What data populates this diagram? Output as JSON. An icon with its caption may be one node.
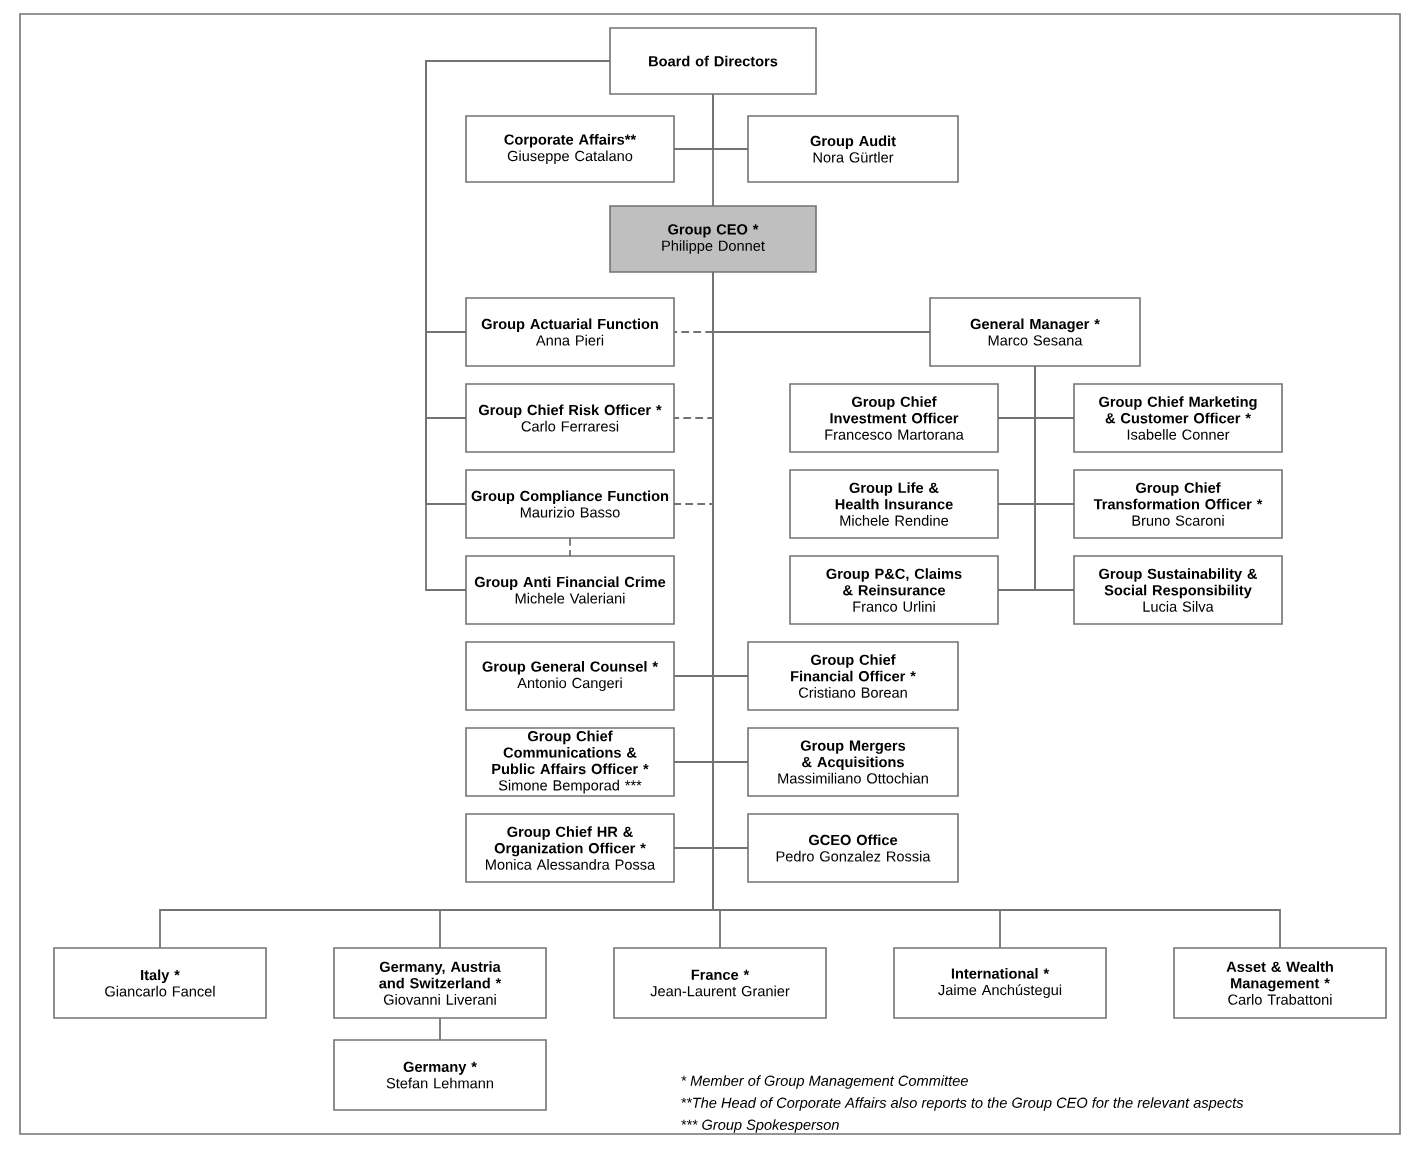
{
  "diagram": {
    "nodes": [
      {
        "text": [
          "Board of Directors"
        ]
      },
      {
        "text": [
          "Corporate Affairs**",
          "Giuseppe Catalano"
        ]
      },
      {
        "text": [
          "Group Audit",
          "Nora Gürtler"
        ]
      },
      {
        "text": [
          "Group CEO *",
          "Philippe Donnet"
        ]
      },
      {
        "text": [
          "Group Actuarial Function",
          "Anna Pieri"
        ]
      },
      {
        "text": [
          "General Manager *",
          "Marco Sesana"
        ]
      },
      {
        "text": [
          "Group Chief Risk Officer *",
          "Carlo Ferraresi"
        ]
      },
      {
        "text": [
          "Group Chief Investment Officer",
          "Francesco Martorana"
        ]
      },
      {
        "text": [
          "Group Chief Marketing & Customer Officer *",
          "Isabelle Conner"
        ]
      },
      {
        "text": [
          "Group Compliance Function",
          "Maurizio Basso"
        ]
      },
      {
        "text": [
          "Group Life & Health Insurance",
          "Michele Rendine"
        ]
      },
      {
        "text": [
          "Group Chief Transformation Officer *",
          "Bruno Scaroni"
        ]
      },
      {
        "text": [
          "Group Anti Financial Crime",
          "Michele Valeriani"
        ]
      },
      {
        "text": [
          "Group P&C, Claims & Reinsurance",
          "Franco Urlini"
        ]
      },
      {
        "text": [
          "Group Sustainability & Social Responsibility",
          "Lucia Silva"
        ]
      },
      {
        "text": [
          "Group General Counsel *",
          "Antonio Cangeri"
        ]
      },
      {
        "text": [
          "Group Chief Financial Officer *",
          "Cristiano Borean"
        ]
      },
      {
        "text": [
          "Group Chief Communications & Public Affairs Officer *",
          "Simone Bemporad ***"
        ]
      },
      {
        "text": [
          "Group Mergers & Acquisitions",
          "Massimiliano Ottochian"
        ]
      },
      {
        "text": [
          "Group Chief HR & Organization Officer *",
          "Monica Alessandra Possa"
        ]
      },
      {
        "text": [
          "GCEO Office",
          "Pedro Gonzalez Rossia"
        ]
      },
      {
        "text": [
          "Italy *",
          "Giancarlo Fancel"
        ]
      },
      {
        "text": [
          "Germany, Austria and Switzerland *",
          "Giovanni Liverani"
        ]
      },
      {
        "text": [
          "France *",
          "Jean-Laurent Granier"
        ]
      },
      {
        "text": [
          "International *",
          "Jaime Anchústegui"
        ]
      },
      {
        "text": [
          "Asset & Wealth Management *",
          "Carlo Trabattoni"
        ]
      },
      {
        "text": [
          "Germany *",
          "Stefan Lehmann"
        ]
      }
    ],
    "edges": [
      {
        "from": 0,
        "to": 3,
        "arrow": "none"
      },
      {
        "from": 0,
        "to": 1,
        "arrow": "none"
      },
      {
        "from": 0,
        "to": 2,
        "arrow": "none"
      },
      {
        "from": 0,
        "to": 4,
        "arrow": "none"
      },
      {
        "from": 0,
        "to": 6,
        "arrow": "none"
      },
      {
        "from": 0,
        "to": 9,
        "arrow": "none"
      },
      {
        "from": 0,
        "to": 12,
        "arrow": "none"
      },
      {
        "from": 3,
        "to": 5,
        "arrow": "none"
      },
      {
        "from": 3,
        "to": 4,
        "arrow": "none",
        "style": "dashed"
      },
      {
        "from": 3,
        "to": 6,
        "arrow": "none",
        "style": "dashed"
      },
      {
        "from": 3,
        "to": 9,
        "arrow": "none",
        "style": "dashed"
      },
      {
        "from": 9,
        "to": 12,
        "arrow": "none",
        "style": "dashed"
      },
      {
        "from": 5,
        "to": 7,
        "arrow": "none"
      },
      {
        "from": 5,
        "to": 8,
        "arrow": "none"
      },
      {
        "from": 5,
        "to": 10,
        "arrow": "none"
      },
      {
        "from": 5,
        "to": 11,
        "arrow": "none"
      },
      {
        "from": 5,
        "to": 13,
        "arrow": "none"
      },
      {
        "from": 5,
        "to": 14,
        "arrow": "none"
      },
      {
        "from": 3,
        "to": 15,
        "arrow": "none"
      },
      {
        "from": 3,
        "to": 16,
        "arrow": "none"
      },
      {
        "from": 3,
        "to": 17,
        "arrow": "none"
      },
      {
        "from": 3,
        "to": 18,
        "arrow": "none"
      },
      {
        "from": 3,
        "to": 19,
        "arrow": "none"
      },
      {
        "from": 3,
        "to": 20,
        "arrow": "none"
      },
      {
        "from": 3,
        "to": 21,
        "arrow": "none"
      },
      {
        "from": 3,
        "to": 22,
        "arrow": "none"
      },
      {
        "from": 3,
        "to": 23,
        "arrow": "none"
      },
      {
        "from": 3,
        "to": 24,
        "arrow": "none"
      },
      {
        "from": 3,
        "to": 25,
        "arrow": "none"
      },
      {
        "from": 22,
        "to": 26,
        "arrow": "none"
      }
    ],
    "labels": [
      "* Member of Group Management Committee",
      "**The Head of Corporate Affairs also reports to the Group CEO for the relevant aspects",
      "*** Group Spokesperson"
    ]
  }
}
